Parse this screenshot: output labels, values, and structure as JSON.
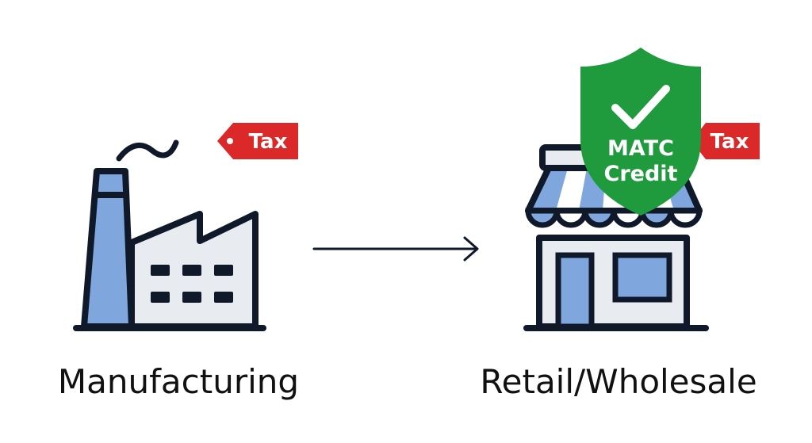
{
  "manufacturing": {
    "label": "Manufacturing",
    "tax_tag": "Tax",
    "icon": "factory-icon"
  },
  "retail": {
    "label": "Retail/Wholesale",
    "tax_tag": "Tax",
    "icon": "storefront-icon"
  },
  "credit_badge": {
    "line1": "MATC",
    "line2": "Credit",
    "icon": "shield-check-icon"
  },
  "colors": {
    "outline": "#10192a",
    "icon_blue": "#7fa6dd",
    "icon_light": "#e8ebf0",
    "tax_red": "#db2828",
    "credit_green": "#1f9a3d"
  }
}
